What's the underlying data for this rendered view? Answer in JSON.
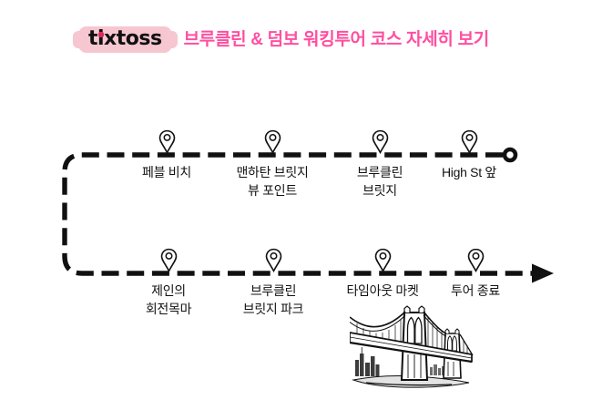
{
  "header": {
    "logo": {
      "text": "tixtoss"
    },
    "title": {
      "text": "브루클린 & 덤보 워킹투어 코스 자세히 보기"
    }
  },
  "colors": {
    "background": "#FFFFFF",
    "ink_black": "#111111",
    "title_pink": "#FF4FA0",
    "logo_highlight_pink": "#F6C7D1",
    "logo_dot_red": "#D8275D"
  },
  "route": {
    "start_marker": "ring",
    "end_marker": "arrow",
    "rows": [
      {
        "stops": [
          {
            "label": "페블 비치"
          },
          {
            "label": "맨하탄 브릿지\n뷰 포인트"
          },
          {
            "label": "브루클린\n브릿지"
          },
          {
            "label": "High St 앞"
          }
        ]
      },
      {
        "stops": [
          {
            "label": "제인의\n회전목마"
          },
          {
            "label": "브루클린\n브릿지 파크"
          },
          {
            "label": "타임아웃 마켓"
          },
          {
            "label": "투어 종료"
          }
        ]
      }
    ]
  },
  "illustration": {
    "name": "brooklyn-bridge-line-art"
  }
}
